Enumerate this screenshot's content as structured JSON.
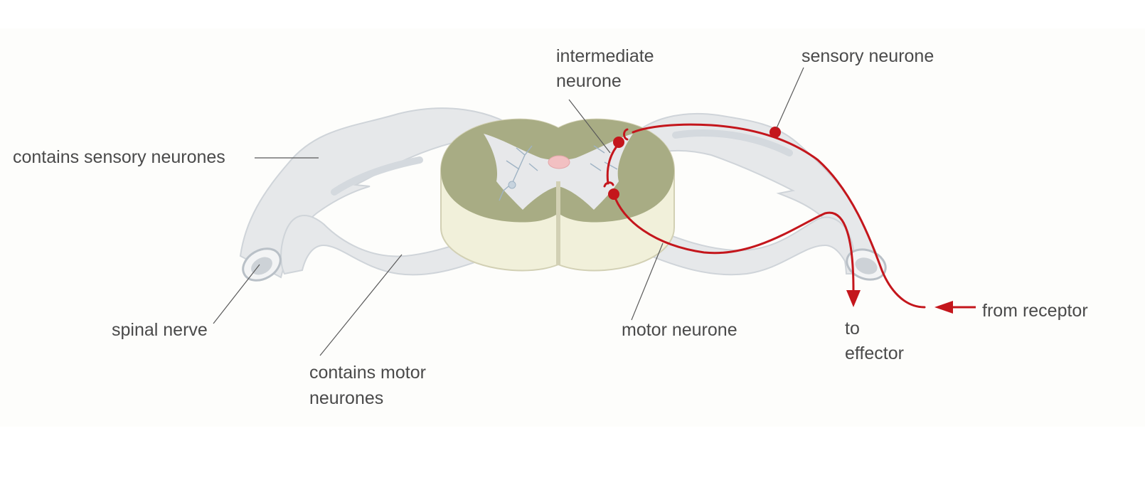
{
  "labels": {
    "intermediate_neurone": [
      "intermediate",
      "neurone"
    ],
    "sensory_neurone": "sensory neurone",
    "contains_sensory_neurones": "contains sensory neurones",
    "spinal_nerve": "spinal nerve",
    "contains_motor_neurones": [
      "contains motor",
      "neurones"
    ],
    "motor_neurone": "motor neurone",
    "to_effector": [
      "to",
      "effector"
    ],
    "from_receptor": "from receptor"
  },
  "colors": {
    "background": "#ffffff",
    "canvas": "#fdfdfb",
    "nerve": "#e6e8ea",
    "nerve_shade": "#cdd2d7",
    "grey_matter": "#a8ac84",
    "white_matter": "#f1f0da",
    "central_canal": "#f2c0c2",
    "pathway": "#c4161c",
    "label_text": "#4a4a4a"
  }
}
